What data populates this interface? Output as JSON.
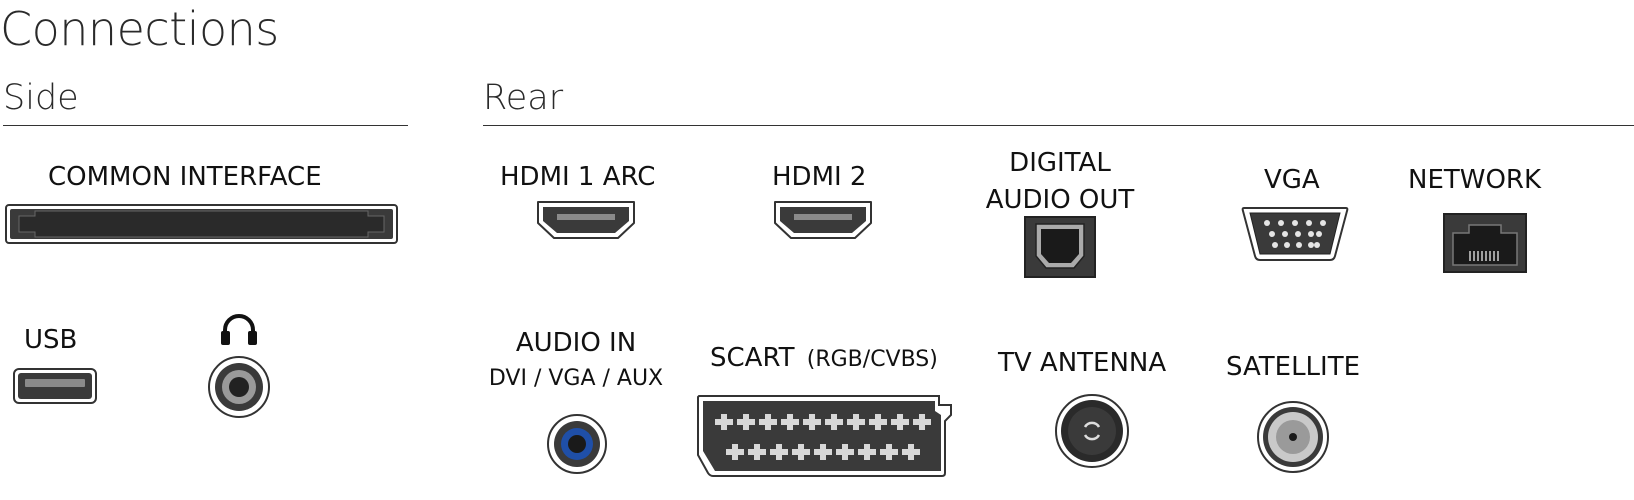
{
  "title": "Connections",
  "sections": {
    "side": "Side",
    "rear": "Rear"
  },
  "ports": {
    "common_interface": "COMMON INTERFACE",
    "usb": "USB",
    "headphones_icon": "headphones-icon",
    "hdmi1": "HDMI 1 ARC",
    "hdmi2": "HDMI 2",
    "digital_audio_line1": "DIGITAL",
    "digital_audio_line2": "AUDIO OUT",
    "vga": "VGA",
    "network": "NETWORK",
    "audio_in": "AUDIO IN",
    "audio_in_sub": "DVI / VGA / AUX",
    "scart": "SCART",
    "scart_sub": "(RGB/CVBS)",
    "tv_antenna": "TV ANTENNA",
    "satellite": "SATELLITE"
  },
  "colors": {
    "port_dark": "#3a3a3a",
    "audio_in_ring": "#1f4fa8"
  }
}
